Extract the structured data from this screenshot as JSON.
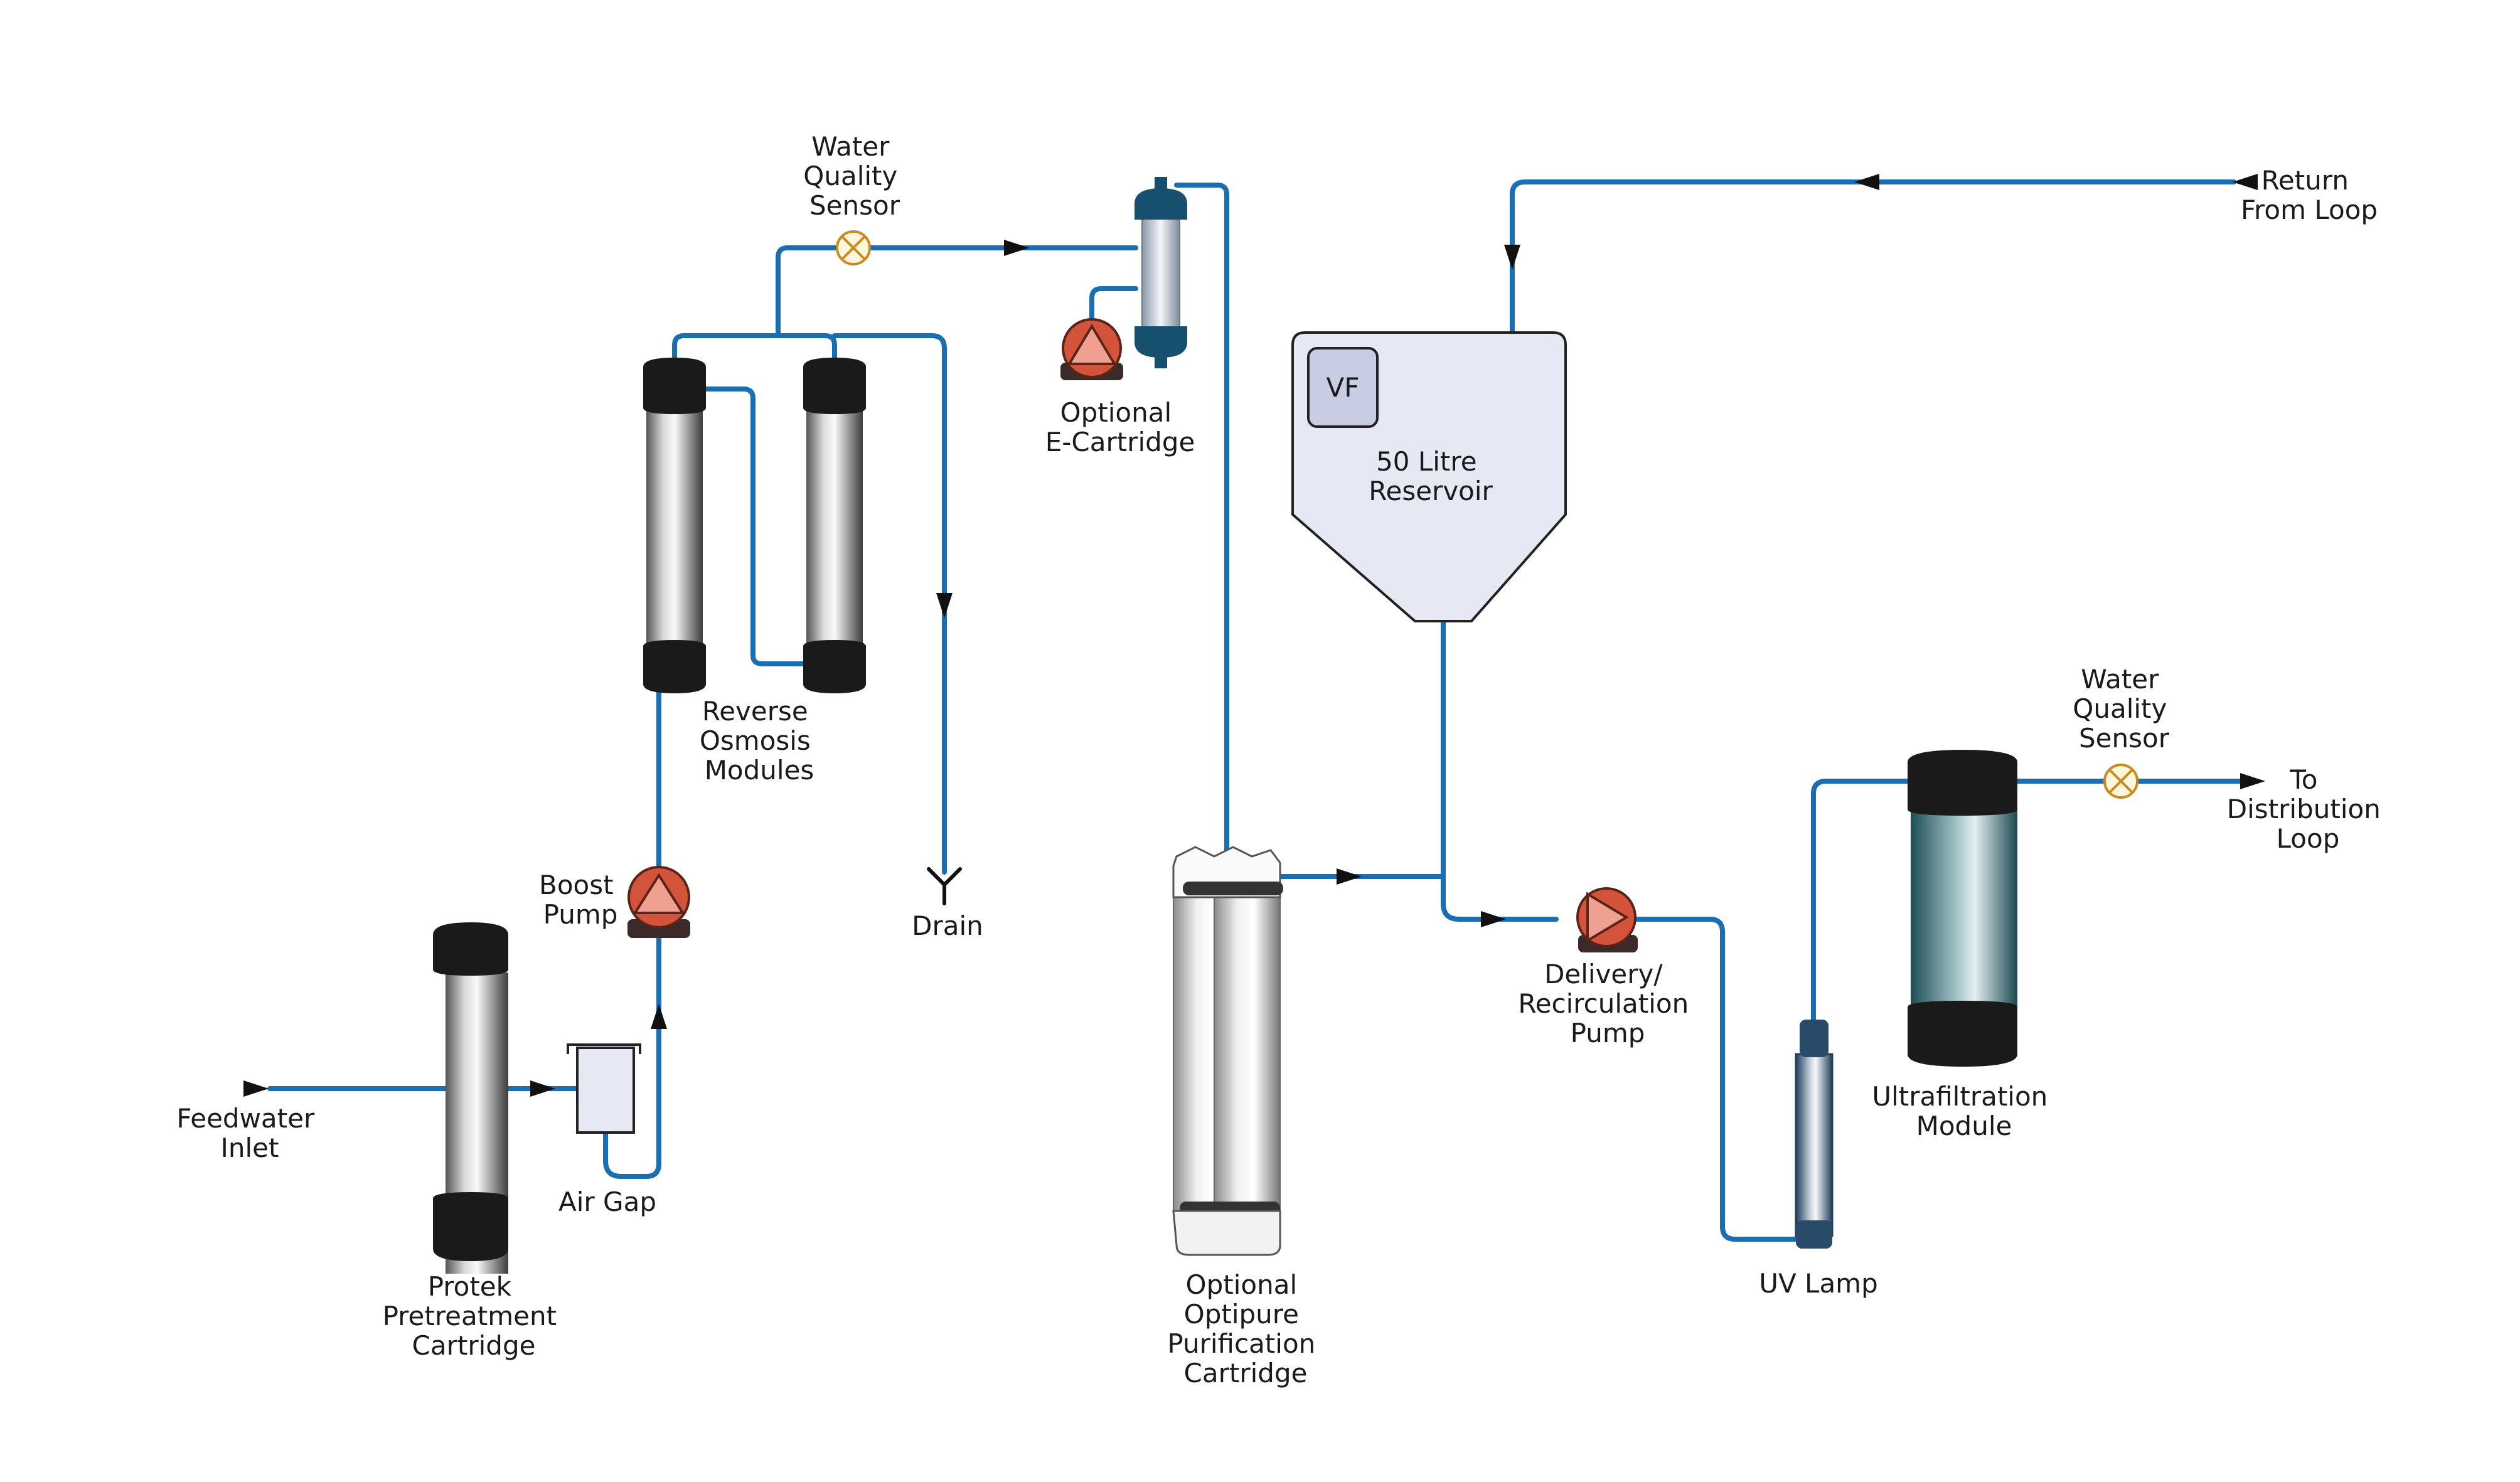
{
  "labels": {
    "feedwater": [
      "Feedwater",
      "Inlet"
    ],
    "protek": [
      "Protek",
      "Pretreatment",
      "Cartridge"
    ],
    "air_gap": [
      "Air Gap"
    ],
    "boost_pump": [
      "Boost",
      "Pump"
    ],
    "ro_modules": [
      "Reverse",
      "Osmosis",
      "Modules"
    ],
    "drain": [
      "Drain"
    ],
    "wq_sensor_1": [
      "Water",
      "Quality",
      "Sensor"
    ],
    "e_cartridge": [
      "Optional",
      "E-Cartridge"
    ],
    "optipure": [
      "Optional",
      "Optipure",
      "Purification",
      "Cartridge"
    ],
    "reservoir": [
      "50 Litre",
      "Reservoir"
    ],
    "vf": [
      "VF"
    ],
    "return_loop": [
      "Return",
      "From Loop"
    ],
    "delivery_pump": [
      "Delivery/",
      "Recirculation",
      "Pump"
    ],
    "uv_lamp": [
      "UV Lamp"
    ],
    "ultrafiltration": [
      "Ultrafiltration",
      "Module"
    ],
    "wq_sensor_2": [
      "Water",
      "Quality",
      "Sensor"
    ],
    "distribution": [
      "To",
      "Distribution",
      "Loop"
    ]
  },
  "colors": {
    "pipe": "#1a6fb3",
    "pump": "#d4533b",
    "reservoir_fill": "#e6e8f4",
    "cap": "#1a1a1a",
    "e_cartridge_cap": "#17506e",
    "uf_body": "#1f5a64"
  }
}
